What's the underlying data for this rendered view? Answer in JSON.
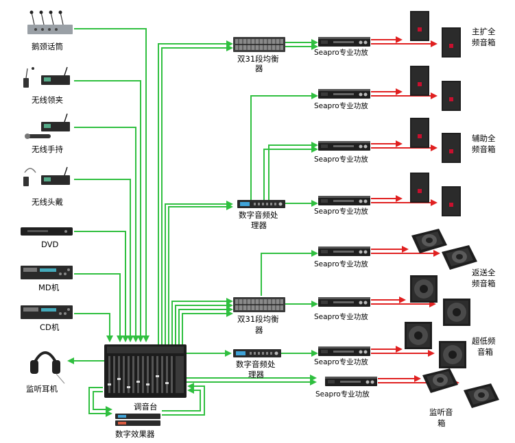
{
  "colors": {
    "signal_line": "#2fbf3f",
    "speaker_line": "#e02020",
    "headphone_line": "#2fbf3f",
    "device_dark": "#2a2a2a",
    "device_silver": "#9aa0a6",
    "cabinet_dark": "#1e1e1e",
    "speaker_logo": "#c8102e"
  },
  "sources": [
    {
      "id": "gooseneck",
      "label": "鹅颈话筒",
      "icon": "gooseneck-mic-icon"
    },
    {
      "id": "lavalier",
      "label": "无线领夹",
      "icon": "wireless-lavalier-icon"
    },
    {
      "id": "handheld",
      "label": "无线手持",
      "icon": "wireless-handheld-icon"
    },
    {
      "id": "headset",
      "label": "无线头戴",
      "icon": "wireless-headset-icon"
    },
    {
      "id": "dvd",
      "label": "DVD",
      "icon": "dvd-player-icon"
    },
    {
      "id": "md",
      "label": "MD机",
      "icon": "md-player-icon"
    },
    {
      "id": "cd",
      "label": "CD机",
      "icon": "cd-player-icon"
    },
    {
      "id": "headphones",
      "label": "监听耳机",
      "icon": "headphones-icon"
    }
  ],
  "mixer": {
    "label": "调音台",
    "icon": "mixing-console-icon"
  },
  "effects": {
    "label": "数字效果器",
    "icon": "effects-processor-icon"
  },
  "processors": [
    {
      "id": "eq1",
      "label_line1": "双31段均衡",
      "label_line2": "器",
      "icon": "graphic-equalizer-icon"
    },
    {
      "id": "dsp1",
      "label_line1": "数字音频处",
      "label_line2": "理器",
      "icon": "audio-processor-icon"
    },
    {
      "id": "eq2",
      "label_line1": "双31段均衡",
      "label_line2": "器",
      "icon": "graphic-equalizer-icon"
    },
    {
      "id": "dsp2",
      "label_line1": "数字音频处",
      "label_line2": "理器",
      "icon": "audio-processor-icon"
    }
  ],
  "amplifier_label": "Seapro专业功放",
  "amplifier_count": 8,
  "speaker_groups": [
    {
      "id": "main",
      "line1": "主扩全",
      "line2": "频音箱"
    },
    {
      "id": "aux",
      "line1": "辅助全",
      "line2": "频音箱"
    },
    {
      "id": "return",
      "line1": "返送全",
      "line2": "频音箱"
    },
    {
      "id": "sub",
      "line1": "超低频",
      "line2": "音箱"
    },
    {
      "id": "monitor",
      "line1": "监听音",
      "line2": "箱"
    }
  ]
}
